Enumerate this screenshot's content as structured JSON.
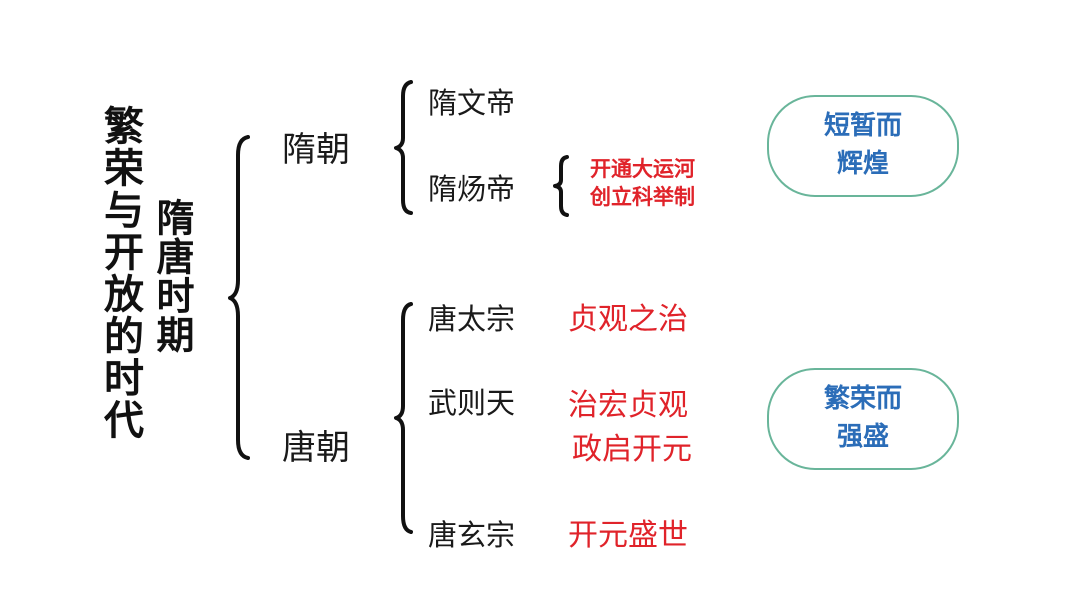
{
  "title": "繁荣与开放的时代",
  "subtitle": "隋唐时期",
  "colors": {
    "text": "#1a1a1a",
    "red": "#e0232a",
    "pill_text": "#2b6db8",
    "pill_border": "#69b59a"
  },
  "dynasties": [
    {
      "name": "隋朝",
      "emperors": [
        {
          "name": "隋文帝",
          "notes": []
        },
        {
          "name": "隋炀帝",
          "notes": [
            "开通大运河",
            "创立科举制"
          ]
        }
      ],
      "summary": [
        "短暂而",
        "辉煌"
      ]
    },
    {
      "name": "唐朝",
      "emperors": [
        {
          "name": "唐太宗",
          "notes": [
            "贞观之治"
          ]
        },
        {
          "name": "武则天",
          "notes": [
            "治宏贞观",
            "政启开元"
          ]
        },
        {
          "name": "唐玄宗",
          "notes": [
            "开元盛世"
          ]
        }
      ],
      "summary": [
        "繁荣而",
        "强盛"
      ]
    }
  ]
}
